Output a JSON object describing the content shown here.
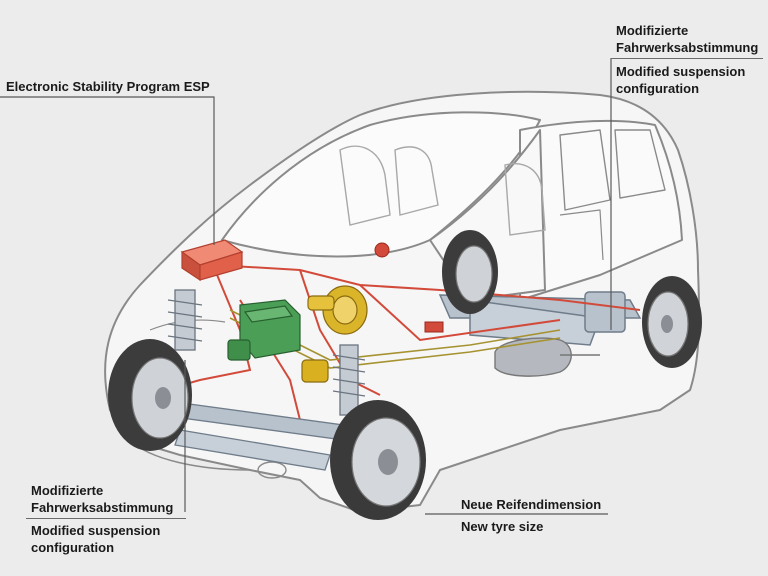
{
  "callouts": {
    "esp": "Electronic Stability Program ESP",
    "rear_suspension": {
      "de": [
        "Modifizierte",
        "Fahrwerksabstimmung"
      ],
      "en": [
        "Modified suspension",
        "configuration"
      ]
    },
    "front_suspension": {
      "de": [
        "Modifizierte",
        "Fahrwerksabstimmung"
      ],
      "en": [
        "Modified suspension",
        "configuration"
      ]
    },
    "tyre": {
      "de": "Neue Reifendimension",
      "en": "New tyre size"
    }
  },
  "colors": {
    "background": "#ececec",
    "body_outline": "#8a8a8a",
    "brake_lines": "#d24a3a",
    "esp_unit": "#e0604a",
    "hydraulic_unit": "#3f8f4a",
    "brake_booster": "#d8b020",
    "chassis": "#9aa6b4",
    "tyres": "#4a4a4a",
    "leader_lines": "#5a5a5a"
  }
}
